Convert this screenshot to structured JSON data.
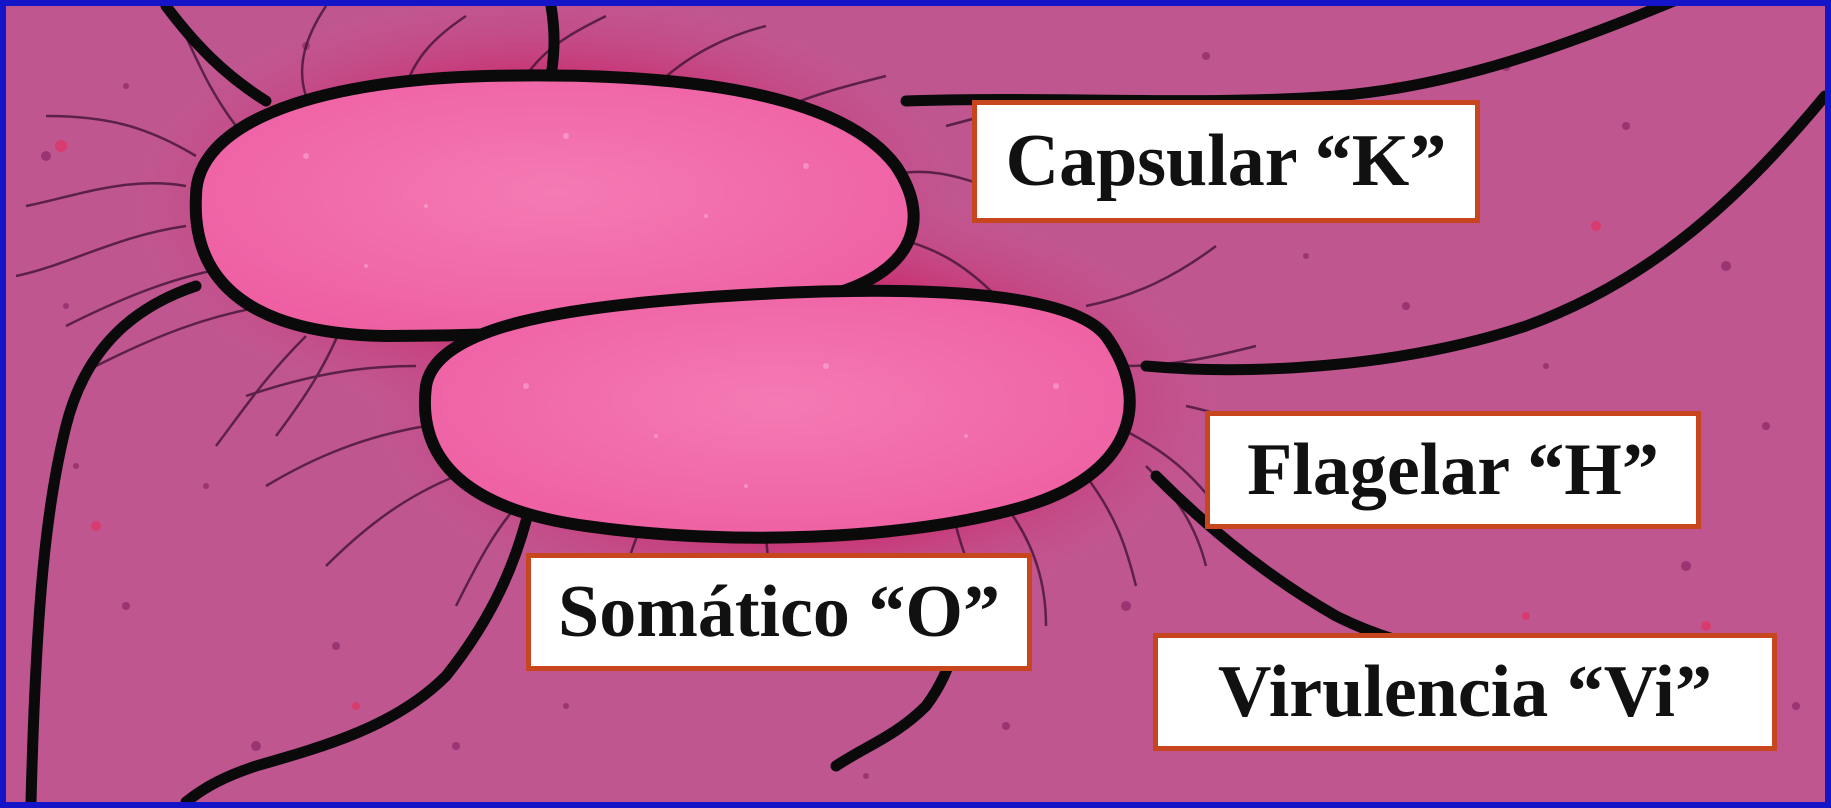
{
  "diagram": {
    "labels": {
      "capsular": "Capsular “K”",
      "flagelar": "Flagelar “H”",
      "somatico": "Somático “O”",
      "virulencia": "Virulencia “Vi”"
    },
    "colors": {
      "frame": "#1414c8",
      "background": "#c8558f",
      "cell_fill": "#f06aa8",
      "outline": "#0a0a0a",
      "label_border": "#c8461e",
      "label_fill": "#ffffff"
    }
  }
}
